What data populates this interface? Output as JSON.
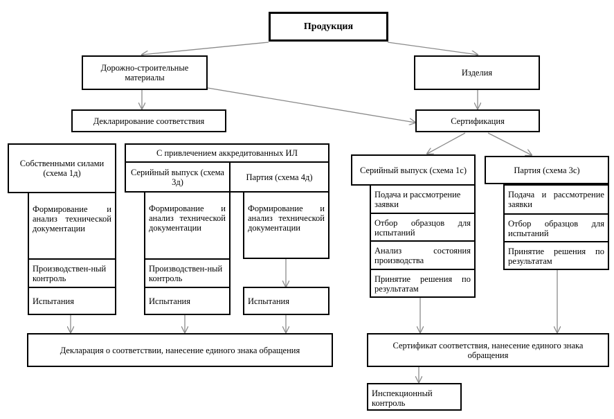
{
  "diagram": {
    "root": "Продукция",
    "road_materials": "Дорожно-строительные материалы",
    "products": "Изделия",
    "declaration": "Декларирование соответствия",
    "certification": "Сертификация",
    "own_forces": "Собственными силами (схема 1д)",
    "accredited_lab": "С привлечением аккредитованных ИЛ",
    "serial_3d": "Серийный выпуск (схема 3д)",
    "batch_4d": "Партия (схема 4д)",
    "serial_1c": "Серийный выпуск (схема 1с)",
    "batch_3c": "Партия (схема 3с)",
    "col1": [
      "Формирование и анализ технической документации",
      "Производствен-ный контроль",
      "Испытания"
    ],
    "col2": [
      "Формирование и анализ технической документации",
      "Производствен-ный контроль",
      "Испытания"
    ],
    "col3_top": "Формирование и анализ технической документации",
    "col3_bottom": "Испытания",
    "col4": [
      "Подача и рассмотрение заявки",
      "Отбор образцов для испытаний",
      "Анализ состояния производства",
      "Принятие решения по результатам"
    ],
    "col5": [
      "Подача и рассмотрение заявки",
      "Отбор образцов для испытаний",
      "Принятие решения по результатам"
    ],
    "declaration_result": "Декларация о соответствии, нанесение единого знака обращения",
    "certificate_result": "Сертификат соответствия, нанесение единого знака обращения",
    "inspection": "Инспекционный контроль"
  },
  "colors": {
    "line": "#8a8a8a",
    "border": "#000000"
  }
}
